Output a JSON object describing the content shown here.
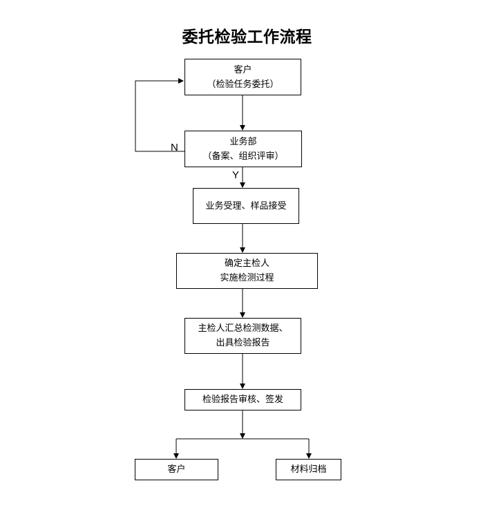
{
  "title": "委托检验工作流程",
  "nodes": {
    "client_top": {
      "line1": "客户",
      "line2": "（检验任务委托）"
    },
    "business_dept": {
      "line1": "业务部",
      "line2": "（备案、组织评审）"
    },
    "acceptance": {
      "line1": "业务受理、样品接受"
    },
    "inspector": {
      "line1": "确定主检人",
      "line2": "实施检测过程"
    },
    "summary": {
      "line1": "主检人汇总检测数据、",
      "line2": "出具检验报告"
    },
    "review": {
      "line1": "检验报告审核、签发"
    },
    "client_bottom": {
      "line1": "客户"
    },
    "archive": {
      "line1": "材料归档"
    }
  },
  "edge_labels": {
    "no": "N",
    "yes": "Y"
  }
}
